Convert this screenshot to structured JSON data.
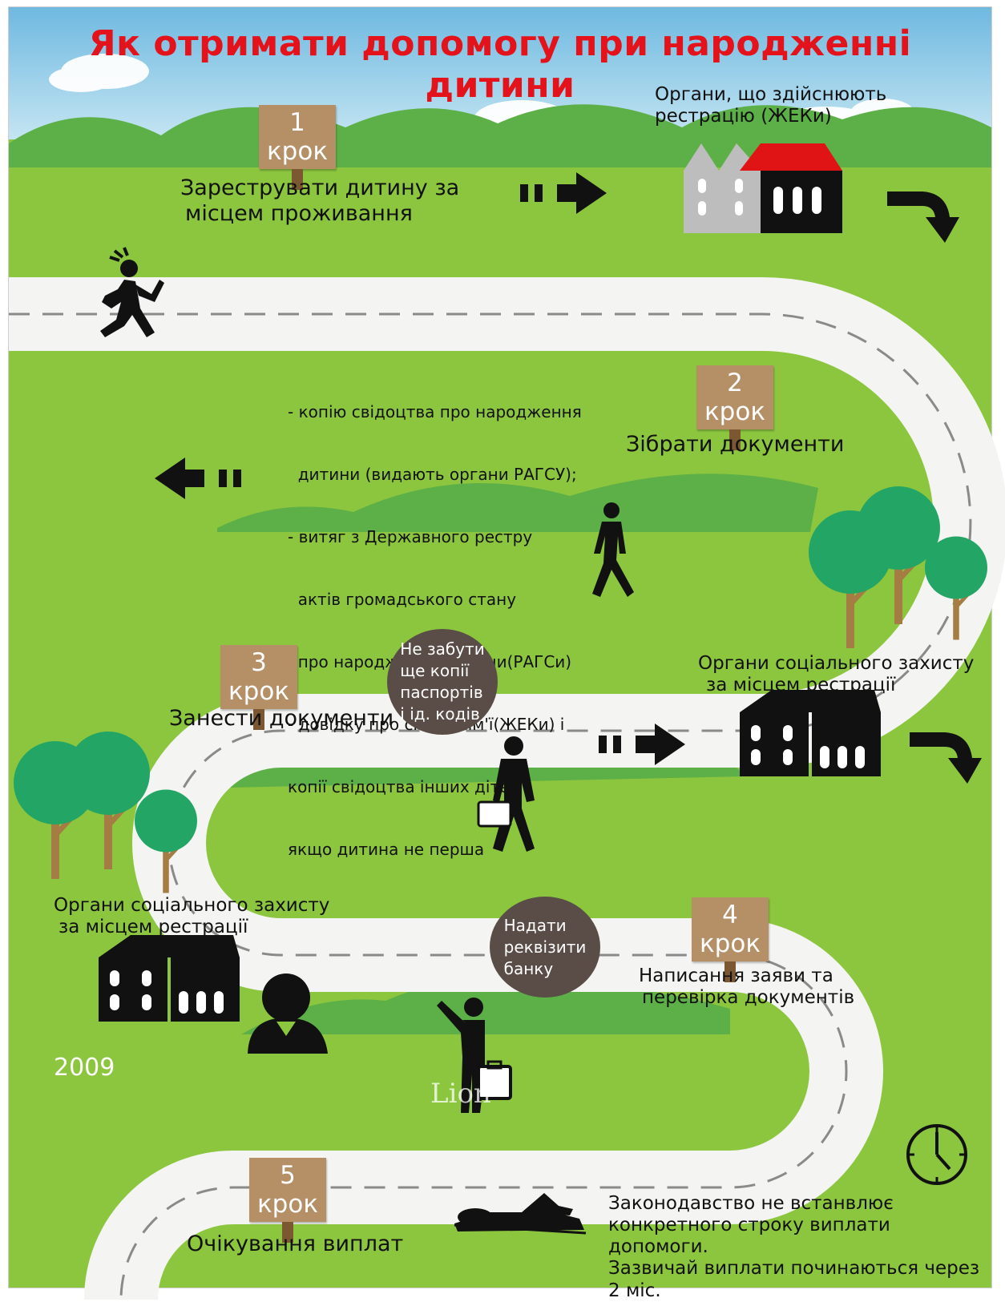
{
  "title": "Як отримати допомогу при народженні дитини",
  "steps": [
    {
      "label": "1 крок",
      "text_lines": [
        "Зареструвати дитину за",
        "місцем проживання"
      ],
      "agency_lines": [
        "Органи, що здійснюють",
        "рестрацію (ЖЕКи)"
      ]
    },
    {
      "label": "2 крок",
      "text": "Зібрати документи",
      "documents": [
        "- копію свідоцтва про народження",
        "  дитини (видають органи РАГСУ);",
        "- витяг з Державного рестру",
        "  актів громадського стану",
        "  про народження дитини(РАГСи)",
        "- довідку про склад сім'ї(ЖЕКи) і",
        "копії свідоцтва інших дітей",
        "якщо дитина не перша"
      ]
    },
    {
      "label": "3 крок",
      "text": "Занести документи",
      "bubble_lines": [
        "Не забути",
        "ще копії",
        "паспортів",
        "і ід. кодів"
      ],
      "agency_lines": [
        "Органи соціального захисту",
        "за місцем рестрації"
      ]
    },
    {
      "label": "4 крок",
      "text_lines": [
        "Написання заяви та",
        "перевірка документів"
      ],
      "bubble_lines": [
        "Надати",
        "реквізити",
        "банку"
      ],
      "agency_lines": [
        "Органи соціального захисту",
        "за місцем рестрації"
      ]
    },
    {
      "label": "5 крок",
      "text": "Очікування виплат",
      "note_lines": [
        "Законодавство не встанвлює",
        "конкретного строку виплати допомоги.",
        "Зазвичай виплати починаються через 2 міс."
      ]
    }
  ],
  "year": "2009",
  "watermark": "Lion",
  "icons": [
    "running-person-icon",
    "walking-person-icon",
    "businessman-with-briefcase-icon",
    "waving-traveler-icon",
    "user-avatar-icon",
    "sleeping-person-icon",
    "clock-icon",
    "house-icon",
    "government-building-icon",
    "arrow-icon",
    "curved-arrow-icon",
    "tree-icon"
  ],
  "colors": {
    "title": "#e3121b",
    "grass": "#8cc63f",
    "hills": "#5db047",
    "road": "#f4f4f2",
    "sky": "#a9d8ee",
    "sign": "#b58f66",
    "tree_crown": "#23a565",
    "tree_trunk": "#a57c43",
    "bubble": "#5a4d47",
    "roof": "#e01414"
  }
}
